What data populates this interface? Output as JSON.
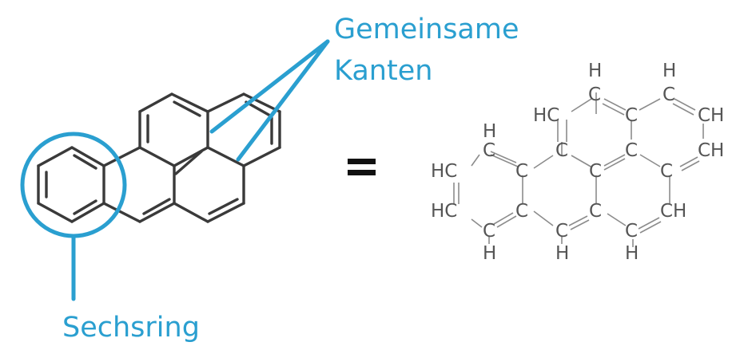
{
  "labels": {
    "shared_edges_line1": "Gemeinsame",
    "shared_edges_line2": "Kanten",
    "six_ring": "Sechsring"
  },
  "formula": {
    "equals": "=",
    "carbon": "C",
    "hydrogen": "H",
    "ch": "CH",
    "hc": "HC"
  },
  "colors": {
    "accent": "#2a9fd0",
    "bond": "#3a3a3a",
    "atom_text": "#555555"
  }
}
